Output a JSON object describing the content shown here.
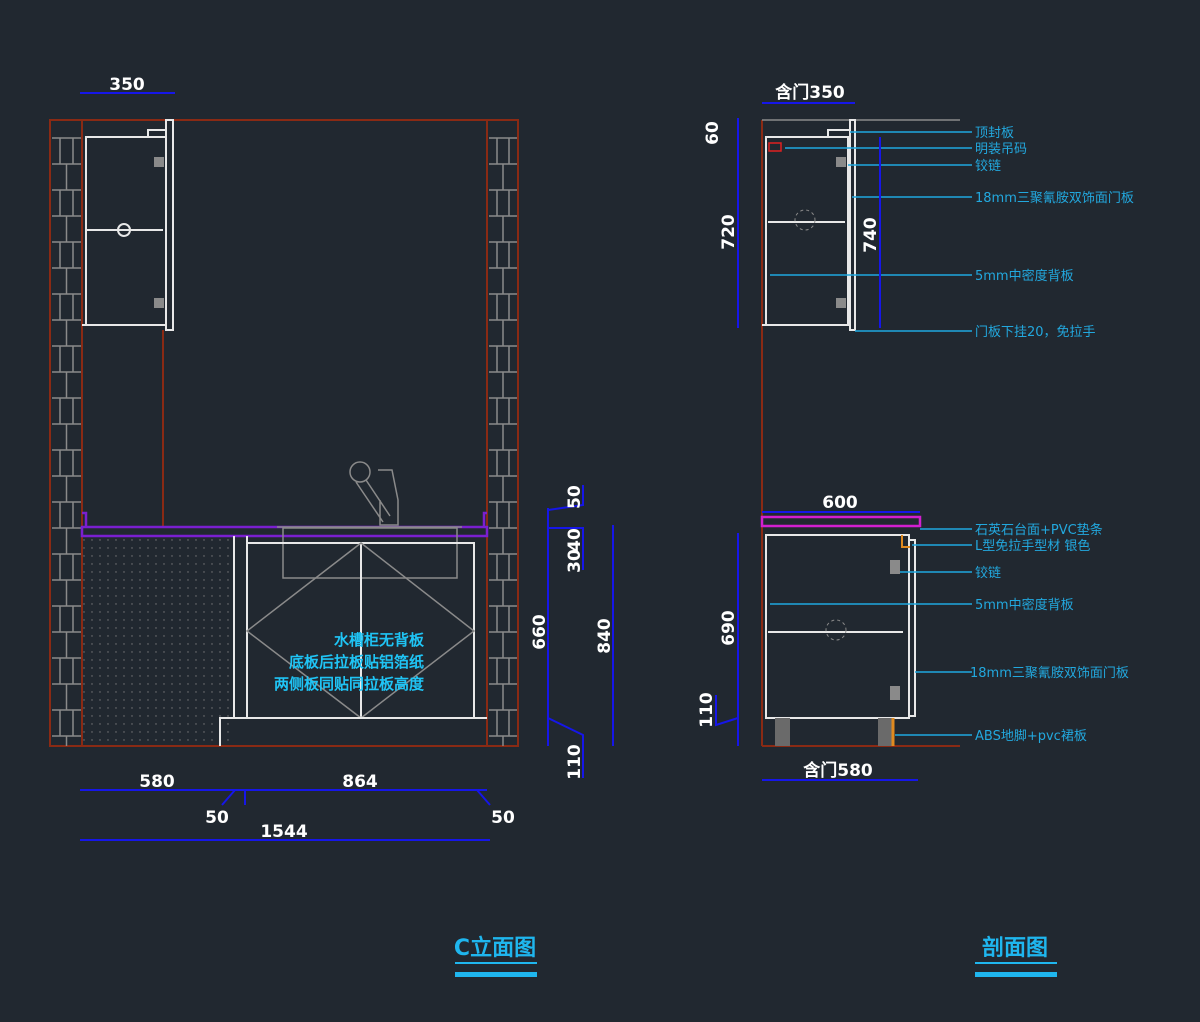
{
  "colors": {
    "background": "#212830",
    "dimension": "#1616e8",
    "leader": "#1fa8e0",
    "countertop_left": "#7a1fd0",
    "countertop_right": "#d21fd0",
    "wall": "#8a2a14"
  },
  "elevation": {
    "title": "C立面图",
    "dims": {
      "upper_width": "350",
      "left_width": "580",
      "sink_width": "864",
      "gap_left": "50",
      "gap_right": "50",
      "total": "1544",
      "top_50": "50",
      "d40": "40",
      "d30": "30",
      "h660": "660",
      "h840": "840",
      "kick110": "110"
    },
    "notes": [
      "水槽柜无背板",
      "底板后拉板贴铝箔纸",
      "两侧板同贴同拉板高度"
    ]
  },
  "section": {
    "title": "剖面图",
    "dims": {
      "upper_depth": "含门350",
      "top60": "60",
      "h720": "720",
      "h740": "740",
      "counter600": "600",
      "h690": "690",
      "kick110": "110",
      "lower_depth": "含门580"
    },
    "upper_labels": [
      "顶封板",
      "明装吊码",
      "铰链",
      "18mm三聚氰胺双饰面门板",
      "5mm中密度背板",
      "门板下挂20，免拉手"
    ],
    "lower_labels": [
      "石英石台面+PVC垫条",
      "L型免拉手型材 银色",
      "铰链",
      "5mm中密度背板",
      "18mm三聚氰胺双饰面门板",
      "ABS地脚+pvc裙板"
    ]
  }
}
